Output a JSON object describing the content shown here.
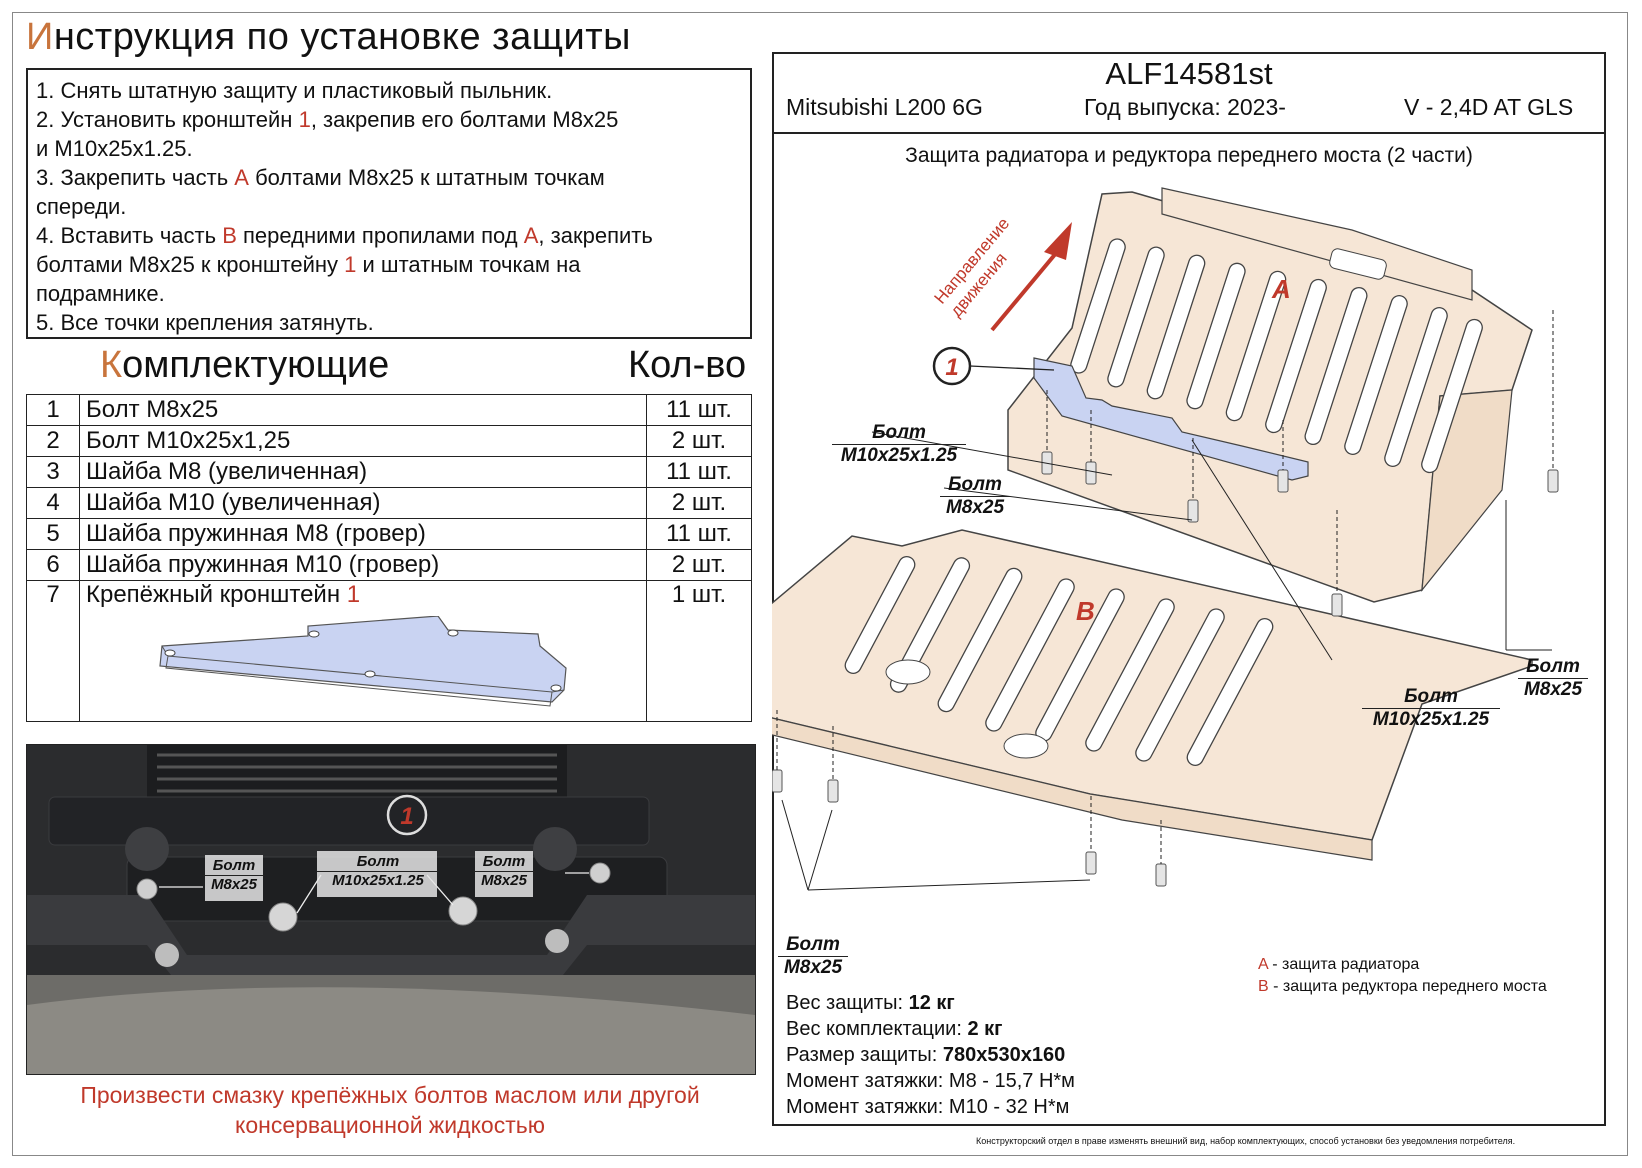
{
  "title": {
    "first_letter": "И",
    "rest": "нструкция по установке защиты"
  },
  "steps": [
    {
      "parts": [
        {
          "t": "1. Снять штатную защиту и пластиковый пыльник.",
          "red": false
        }
      ]
    },
    {
      "parts": [
        {
          "t": "2. Установить кронштейн ",
          "red": false
        },
        {
          "t": "1",
          "red": true
        },
        {
          "t": ", закрепив его болтами М8х25",
          "red": false
        }
      ]
    },
    {
      "parts": [
        {
          "t": "и М10х25х1.25.",
          "red": false
        }
      ]
    },
    {
      "parts": [
        {
          "t": "3. Закрепить часть ",
          "red": false
        },
        {
          "t": "А",
          "red": true
        },
        {
          "t": " болтами М8х25 к штатным точкам",
          "red": false
        }
      ]
    },
    {
      "parts": [
        {
          "t": "спереди.",
          "red": false
        }
      ]
    },
    {
      "parts": [
        {
          "t": "4. Вставить часть ",
          "red": false
        },
        {
          "t": "В",
          "red": true
        },
        {
          "t": " передними пропилами под ",
          "red": false
        },
        {
          "t": "А",
          "red": true
        },
        {
          "t": ", закрепить",
          "red": false
        }
      ]
    },
    {
      "parts": [
        {
          "t": "болтами М8х25 к кронштейну ",
          "red": false
        },
        {
          "t": "1",
          "red": true
        },
        {
          "t": " и штатным точкам на",
          "red": false
        }
      ]
    },
    {
      "parts": [
        {
          "t": "подрамнике.",
          "red": false
        }
      ]
    },
    {
      "parts": [
        {
          "t": "5. Все точки крепления затянуть.",
          "red": false
        }
      ]
    }
  ],
  "kit": {
    "first_letter": "К",
    "rest": "омплектующие",
    "qty_header": "Кол-во"
  },
  "parts": [
    {
      "n": "1",
      "name": "Болт М8х25",
      "name_red": "",
      "qty": "11 шт."
    },
    {
      "n": "2",
      "name": "Болт М10х25х1,25",
      "name_red": "",
      "qty": "2 шт."
    },
    {
      "n": "3",
      "name": "Шайба М8 (увеличенная)",
      "name_red": "",
      "qty": "11 шт."
    },
    {
      "n": "4",
      "name": "Шайба М10 (увеличенная)",
      "name_red": "",
      "qty": "2 шт."
    },
    {
      "n": "5",
      "name": "Шайба пружинная М8 (гровер)",
      "name_red": "",
      "qty": "11 шт."
    },
    {
      "n": "6",
      "name": "Шайба пружинная М10 (гровер)",
      "name_red": "",
      "qty": "2 шт."
    },
    {
      "n": "7",
      "name": "Крепёжный кронштейн ",
      "name_red": "1",
      "qty": "1 шт."
    }
  ],
  "photo": {
    "marker": "1",
    "labels": [
      {
        "l1": "Болт",
        "l2": "М8х25"
      },
      {
        "l1": "Болт",
        "l2": "М10х25х1.25"
      },
      {
        "l1": "Болт",
        "l2": "М8х25"
      }
    ]
  },
  "note": "Произвести смазку крепёжных болтов маслом или другой консервационной жидкостью",
  "header": {
    "code": "ALF14581st",
    "model": "Mitsubishi L200 6G",
    "year": "Год выпуска: 2023-",
    "engine": "V - 2,4D AT GLS"
  },
  "subtitle": "Защита радиатора и редуктора переднего моста (2 части)",
  "diagram": {
    "direction": [
      "Направление",
      "движения"
    ],
    "part_a": "A",
    "part_b": "B",
    "bracket_marker": "1",
    "labels": [
      {
        "l1": "Болт",
        "l2": "М10х25х1.25"
      },
      {
        "l1": "Болт",
        "l2": "М8х25"
      },
      {
        "l1": "Болт",
        "l2": "М8х25"
      },
      {
        "l1": "Болт",
        "l2": "М10х25х1.25"
      },
      {
        "l1": "Болт",
        "l2": "М8х25"
      }
    ]
  },
  "legend": [
    {
      "key": "A",
      "text": " - защита радиатора"
    },
    {
      "key": "B",
      "text": " - защита редуктора переднего моста"
    }
  ],
  "specs": [
    {
      "label": "Вес защиты: ",
      "value": "12 кг",
      "bold": true
    },
    {
      "label": "Вес комплектации: ",
      "value": "2 кг",
      "bold": true
    },
    {
      "label": "Размер защиты: ",
      "value": "780х530х160",
      "bold": true
    },
    {
      "label": "Момент затяжки: ",
      "value": "М8 - 15,7 Н*м",
      "bold": false
    },
    {
      "label": "Момент затяжки: ",
      "value": "М10 - 32 Н*м",
      "bold": false
    }
  ],
  "disclaimer": "Конструкторский отдел в праве изменять внешний вид, набор комплектующих, способ установки без уведомления потребителя.",
  "colors": {
    "accent_red": "#c0392b",
    "title_letter": "#c8743c",
    "plate_fill": "#f6e6d6",
    "bracket_fill": "#c9d3f2"
  }
}
